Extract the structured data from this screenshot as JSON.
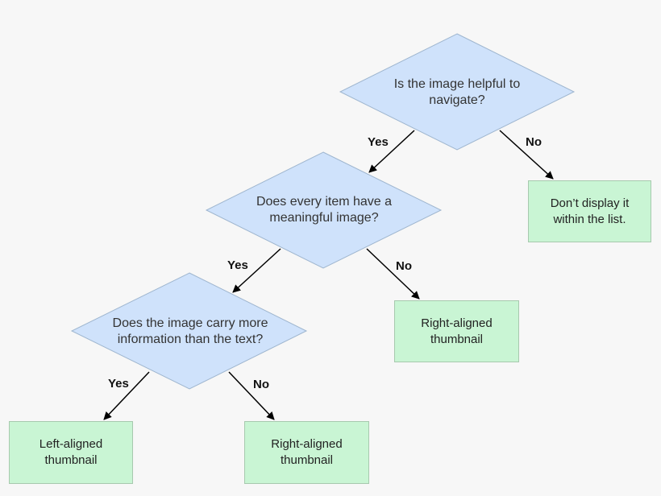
{
  "diamonds": {
    "d1": "Is the image helpful to navigate?",
    "d2": "Does every item have a meaningful image?",
    "d3": "Does the image carry more information than the text?"
  },
  "boxes": {
    "b1": "Don’t display it within the list.",
    "b2": "Right-aligned thumbnail",
    "b3": "Left-aligned thumbnail",
    "b4": "Right-aligned thumbnail"
  },
  "edges": {
    "yes": "Yes",
    "no": "No"
  },
  "colors": {
    "diamond_fill": "#cfe2fb",
    "diamond_stroke": "#9fb6cf",
    "box_fill": "#c9f5d4",
    "box_stroke": "#a7c9ae",
    "arrow": "#000000"
  }
}
